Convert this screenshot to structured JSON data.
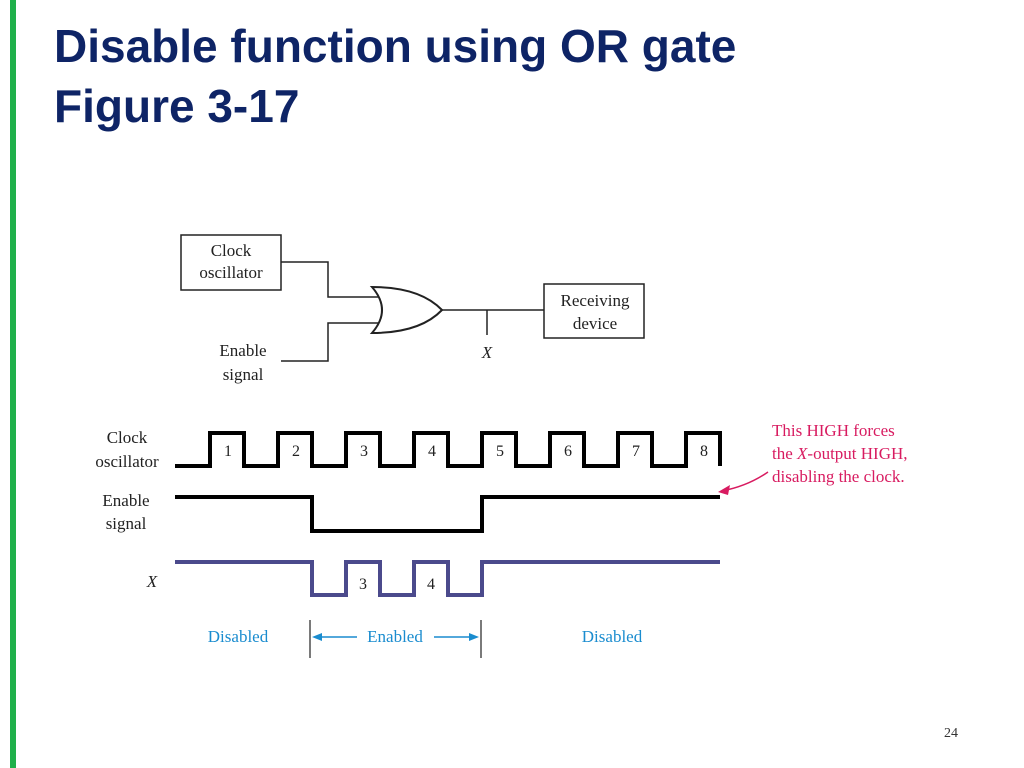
{
  "slide": {
    "title_line1": "Disable function using OR gate",
    "title_line2": "Figure 3-17",
    "page_number": "24"
  },
  "colors": {
    "title": "#0e2466",
    "accent_bar": "#1fb04b",
    "x_waveform": "#4b4a8c",
    "annotation": "#d81b60",
    "timeline": "#1a8ccf"
  },
  "circuit": {
    "clock_box_line1": "Clock",
    "clock_box_line2": "oscillator",
    "enable_line1": "Enable",
    "enable_line2": "signal",
    "receiver_line1": "Receiving",
    "receiver_line2": "device",
    "output_label": "X",
    "gate_type": "OR gate"
  },
  "timing": {
    "clock_label_line1": "Clock",
    "clock_label_line2": "oscillator",
    "enable_label_line1": "Enable",
    "enable_label_line2": "signal",
    "x_label": "X",
    "pulse_numbers": [
      "1",
      "2",
      "3",
      "4",
      "5",
      "6",
      "7",
      "8"
    ],
    "x_pulse_numbers": [
      "3",
      "4"
    ],
    "enable_low_pulses": [
      3,
      4
    ],
    "annotation_line1": "This HIGH forces",
    "annotation_line2_pre": "the ",
    "annotation_line2_x": "X",
    "annotation_line2_post": "-output HIGH,",
    "annotation_line3": "disabling the clock.",
    "disabled_left": "Disabled",
    "enabled": "Enabled",
    "disabled_right": "Disabled"
  }
}
